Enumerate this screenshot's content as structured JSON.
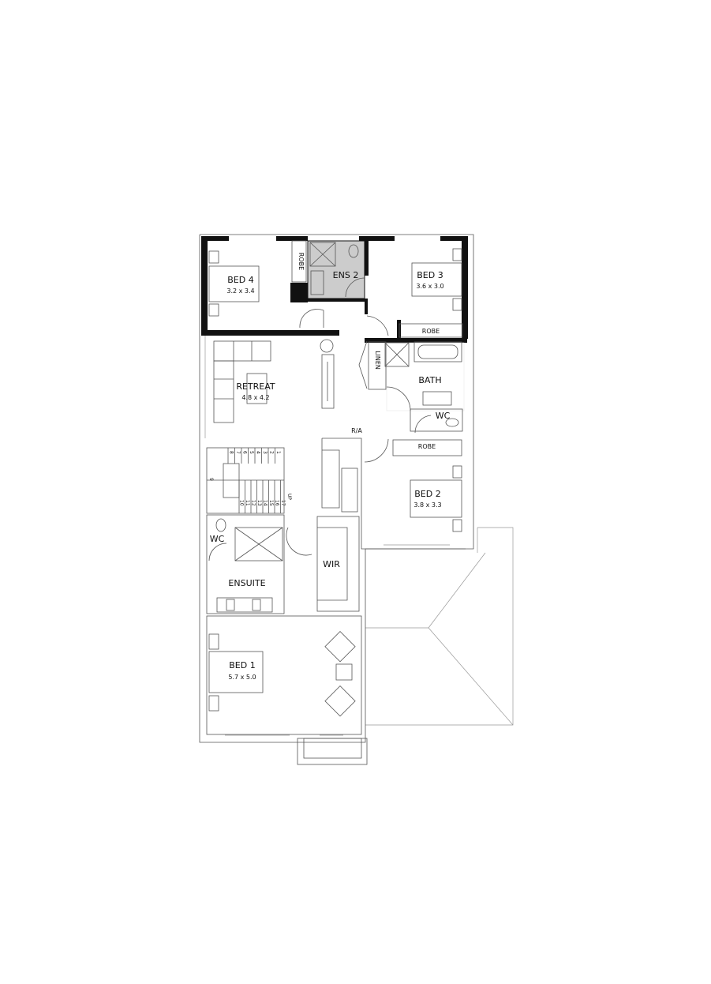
{
  "plan": {
    "rooms": {
      "bed4": {
        "name": "BED 4",
        "size": "3.2 x 3.4"
      },
      "robe4": {
        "name": "ROBE"
      },
      "ens2": {
        "name": "ENS 2"
      },
      "bed3": {
        "name": "BED 3",
        "size": "3.6 x 3.0"
      },
      "robe3": {
        "name": "ROBE"
      },
      "retreat": {
        "name": "RETREAT",
        "size": "4.8 x 4.2"
      },
      "linen": {
        "name": "LINEN"
      },
      "bath": {
        "name": "BATH"
      },
      "wc_bath": {
        "name": "WC"
      },
      "ra": {
        "name": "R/A"
      },
      "robe2": {
        "name": "ROBE"
      },
      "bed2": {
        "name": "BED 2",
        "size": "3.8 x 3.3"
      },
      "wc_ensuite": {
        "name": "WC"
      },
      "ensuite": {
        "name": "ENSUITE"
      },
      "wir": {
        "name": "WIR"
      },
      "bed1": {
        "name": "BED 1",
        "size": "5.7 x 5.0"
      }
    },
    "stairs": {
      "steps": [
        "1",
        "2",
        "3",
        "4",
        "5",
        "6",
        "7",
        "8",
        "9",
        "10",
        "11",
        "12",
        "13",
        "14",
        "15",
        "16",
        "17"
      ],
      "up_label": "UP"
    },
    "colors": {
      "wall": "#111111",
      "ens2_fill": "#cccccc",
      "line": "#555555"
    }
  }
}
